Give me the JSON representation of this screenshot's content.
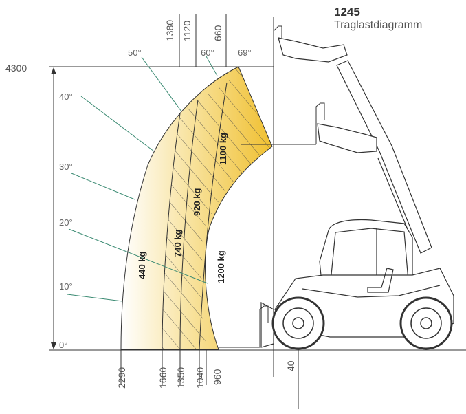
{
  "header": {
    "model": "1245",
    "subtitle": "Traglastdiagramm"
  },
  "height_label": "4300",
  "angles": [
    "0°",
    "10°",
    "20°",
    "30°",
    "40°",
    "50°",
    "60°",
    "69°"
  ],
  "top_dims": [
    "1380",
    "1120",
    "660"
  ],
  "bottom_dims": [
    "2290",
    "1660",
    "1350",
    "1040",
    "960",
    "40"
  ],
  "loads": [
    "440 kg",
    "740 kg",
    "920 kg",
    "1100 kg",
    "1200 kg"
  ],
  "colors": {
    "zone_fill_light": "#fdf5dc",
    "zone_fill_dark": "#f2c640",
    "angle_leader": "#3a8a72",
    "line": "#333333"
  }
}
